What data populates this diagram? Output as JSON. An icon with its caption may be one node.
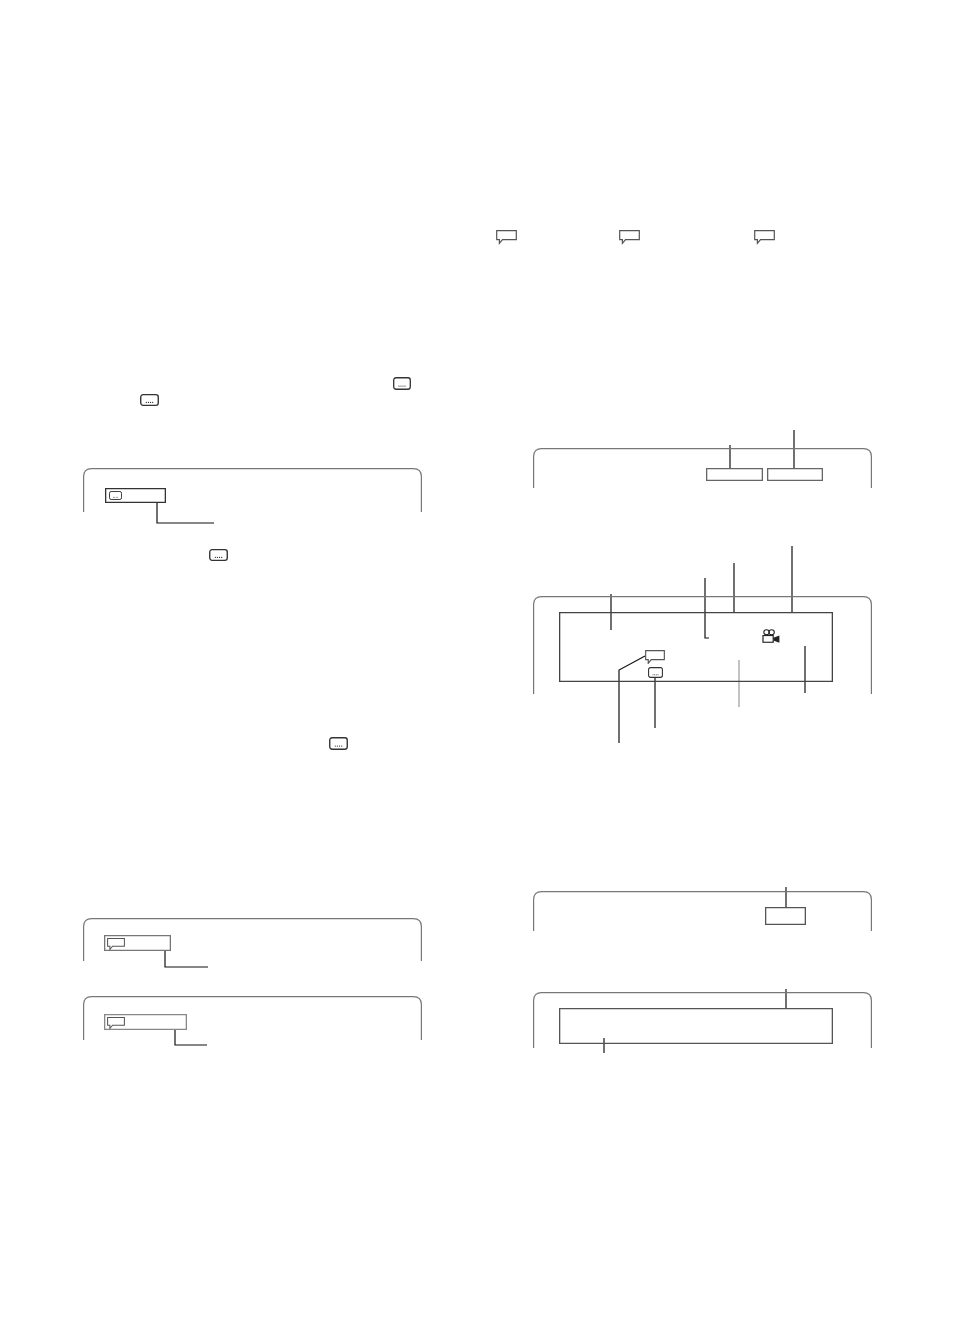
{
  "diagram": {
    "nodes": [
      {
        "text": [],
        "shape": "box"
      },
      {
        "text": [],
        "shape": "box",
        "in": 0
      },
      {
        "text": [],
        "shape": "box"
      },
      {
        "text": [],
        "shape": "box",
        "in": 2
      },
      {
        "text": [],
        "shape": "box"
      },
      {
        "text": [],
        "shape": "box",
        "in": 4
      },
      {
        "text": [],
        "shape": "box"
      },
      {
        "text": [],
        "shape": "box",
        "in": 6
      },
      {
        "text": [],
        "shape": "box",
        "in": 6
      },
      {
        "text": [],
        "shape": "box"
      },
      {
        "text": [],
        "shape": "box",
        "in": 9
      },
      {
        "text": [],
        "shape": "box",
        "in": 10
      },
      {
        "text": [],
        "shape": "picture",
        "in": 10
      },
      {
        "text": [],
        "shape": "box"
      },
      {
        "text": [],
        "shape": "box",
        "in": 13
      },
      {
        "text": [],
        "shape": "box"
      },
      {
        "text": [],
        "shape": "box",
        "in": 15
      }
    ],
    "edges": [
      {
        "from": null,
        "to": 1,
        "arrow": "none"
      },
      {
        "from": null,
        "to": 3,
        "arrow": "none"
      },
      {
        "from": null,
        "to": 5,
        "arrow": "none"
      },
      {
        "from": null,
        "to": 7,
        "arrow": "none"
      },
      {
        "from": null,
        "to": 8,
        "arrow": "none"
      },
      {
        "from": null,
        "to": 10,
        "arrow": "none"
      },
      {
        "from": null,
        "to": 10,
        "arrow": "none"
      },
      {
        "from": null,
        "to": 10,
        "arrow": "none"
      },
      {
        "from": null,
        "to": 10,
        "arrow": "none"
      },
      {
        "from": null,
        "to": 10,
        "arrow": "none"
      },
      {
        "from": null,
        "to": 10,
        "arrow": "none",
        "color": "#999999"
      },
      {
        "from": null,
        "to": 11,
        "arrow": "none"
      },
      {
        "from": null,
        "to": 12,
        "arrow": "none"
      },
      {
        "from": null,
        "to": 14,
        "arrow": "none"
      },
      {
        "from": null,
        "to": 16,
        "arrow": "none"
      },
      {
        "from": null,
        "to": 16,
        "arrow": "none"
      }
    ]
  }
}
